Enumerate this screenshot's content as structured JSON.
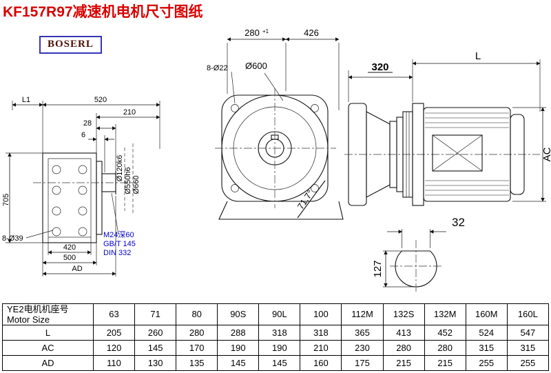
{
  "page": {
    "title": "KF157R97减速机电机尺寸图纸",
    "logo": "BOSERL"
  },
  "colors": {
    "title_red": "#d90000",
    "annotation_blue": "#0000c8",
    "line_black": "#111111"
  },
  "dims": {
    "left": {
      "l1": "L1",
      "w520": "520",
      "w210": "210",
      "w28": "28",
      "w6": "6",
      "h705": "705",
      "holes": "8-Ø39",
      "w420": "420",
      "w500": "500",
      "ad": "AD",
      "d120": "Ø120k6",
      "d550": "Ø550h6",
      "d660": "Ø660",
      "thread": "M24深60",
      "std1": "GB/T 145",
      "std2": "DIN 332"
    },
    "front": {
      "w280": "280",
      "tol": "+1",
      "w426": "426",
      "holes": "8-Ø22",
      "d600": "Ø600",
      "angle": "71.7°"
    },
    "right": {
      "w320": "320",
      "l": "L",
      "ac": "AC"
    },
    "shaft": {
      "w32": "32",
      "h127": "127"
    }
  },
  "table": {
    "header_cn": "YE2电机机座号",
    "header_en": "Motor Size",
    "columns": [
      "63",
      "71",
      "80",
      "90S",
      "90L",
      "100",
      "112M",
      "132S",
      "132M",
      "160M",
      "160L"
    ],
    "rows": [
      {
        "label": "L",
        "values": [
          "205",
          "260",
          "280",
          "288",
          "318",
          "318",
          "365",
          "413",
          "452",
          "524",
          "547"
        ]
      },
      {
        "label": "AC",
        "values": [
          "120",
          "145",
          "170",
          "190",
          "190",
          "210",
          "230",
          "280",
          "280",
          "315",
          "315"
        ]
      },
      {
        "label": "AD",
        "values": [
          "110",
          "130",
          "135",
          "145",
          "145",
          "160",
          "175",
          "215",
          "215",
          "255",
          "255"
        ]
      }
    ]
  }
}
